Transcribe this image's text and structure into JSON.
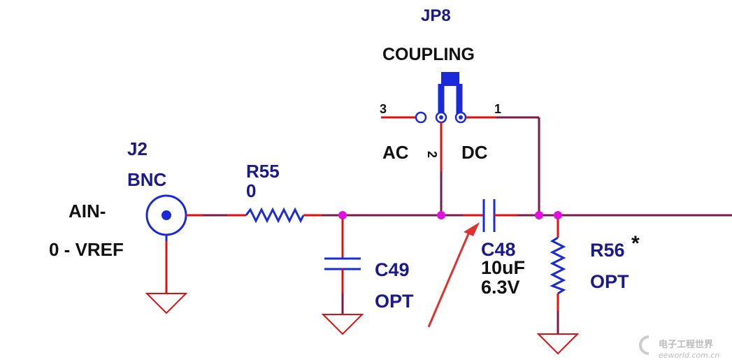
{
  "jumper": {
    "ref": "JP8",
    "name": "COUPLING",
    "pin3": "3",
    "pin1": "1",
    "pin2": "2",
    "label_ac": "AC",
    "label_dc": "DC"
  },
  "connector": {
    "ref": "J2",
    "type": "BNC",
    "signal": "AIN-",
    "range": "0 - VREF"
  },
  "r55": {
    "ref": "R55",
    "value": "0"
  },
  "c49": {
    "ref": "C49",
    "value": "OPT"
  },
  "c48": {
    "ref": "C48",
    "value": "10uF",
    "voltage": "6.3V"
  },
  "r56": {
    "ref": "R56",
    "value": "OPT",
    "note": "*"
  },
  "watermark": {
    "site": "eeworld.com.cn",
    "brand": "电子工程世界"
  },
  "colors": {
    "wire": "#7a1a4a",
    "pin": "#e01010",
    "part": "#1a2ad8",
    "junction": "#e010e0",
    "arrow": "#e03030",
    "label": "#1a1a8c"
  }
}
